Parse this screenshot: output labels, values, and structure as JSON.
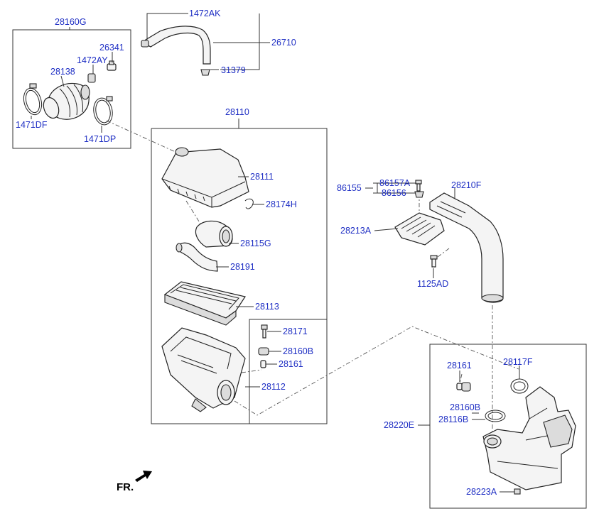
{
  "labels": {
    "p28160G": "28160G",
    "p26341": "26341",
    "p1472AY": "1472AY",
    "p28138": "28138",
    "p1471DF": "1471DF",
    "p1471DP": "1471DP",
    "p1472AK": "1472AK",
    "p26710": "26710",
    "p31379": "31379",
    "p28110": "28110",
    "p28111": "28111",
    "p28174H": "28174H",
    "p28115G": "28115G",
    "p28191": "28191",
    "p28113": "28113",
    "p28171": "28171",
    "p28160B": "28160B",
    "p28161": "28161",
    "p28112": "28112",
    "p86155": "86155",
    "p86157A": "86157A",
    "p86156": "86156",
    "p28210F": "28210F",
    "p28213A": "28213A",
    "p1125AD": "1125AD",
    "p28161b": "28161",
    "p28117F": "28117F",
    "p28160Bb": "28160B",
    "p28116B": "28116B",
    "p28220E": "28220E",
    "p28223A": "28223A"
  },
  "front_marker": {
    "text": "FR."
  }
}
